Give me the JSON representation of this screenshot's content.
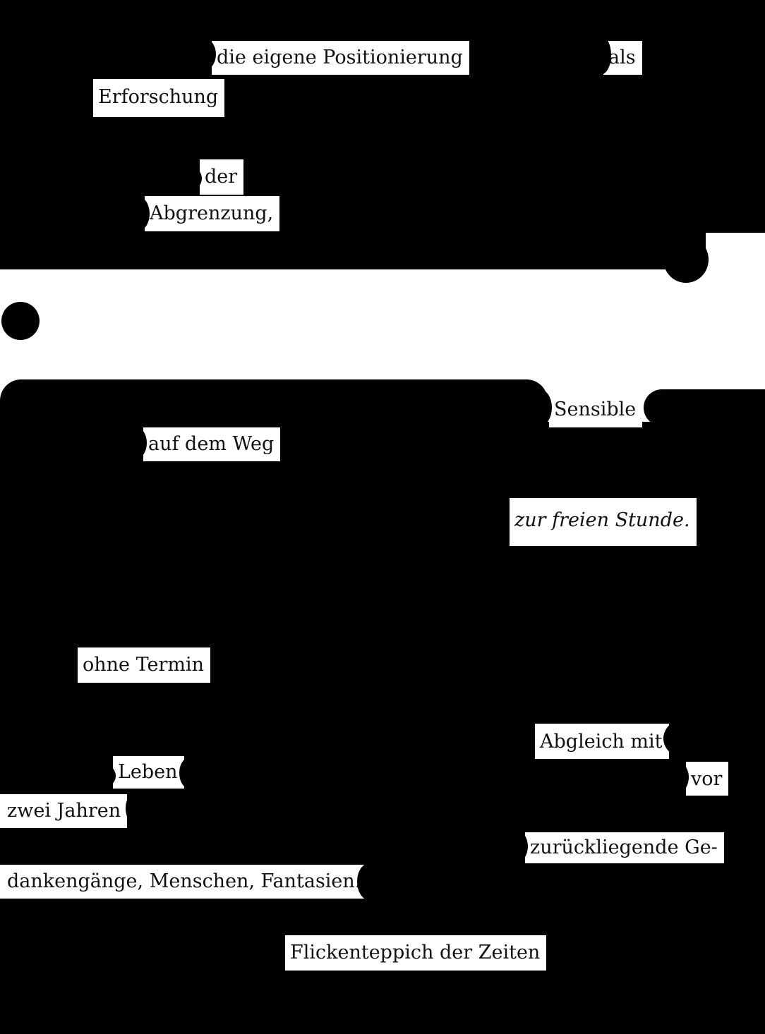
{
  "poem": {
    "words": [
      "die eigene Positionierung",
      "als",
      "Erforschung",
      "der",
      "Abgrenzung,",
      "Sensible",
      "auf dem Weg",
      "zur freien Stunde.",
      "ohne Termin",
      "Abgleich mit",
      "Leben",
      "vor",
      "zwei Jahren",
      "zurückliegende Ge-",
      "dankengänge, Menschen, Fantasien.",
      "Flickenteppich der Zeiten"
    ]
  }
}
